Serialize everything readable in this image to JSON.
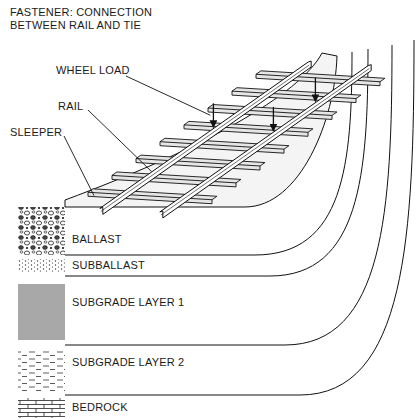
{
  "diagram": {
    "labels": [
      "FASTENER: CONNECTION BETWEEN RAIL AND TIE",
      "WHEEL LOAD",
      "RAIL",
      "SLEEPER",
      "BALLAST",
      "SUBBALLAST",
      "SUBGRADE LAYER 1",
      "SUBGRADE LAYER 2",
      "BEDROCK"
    ]
  }
}
